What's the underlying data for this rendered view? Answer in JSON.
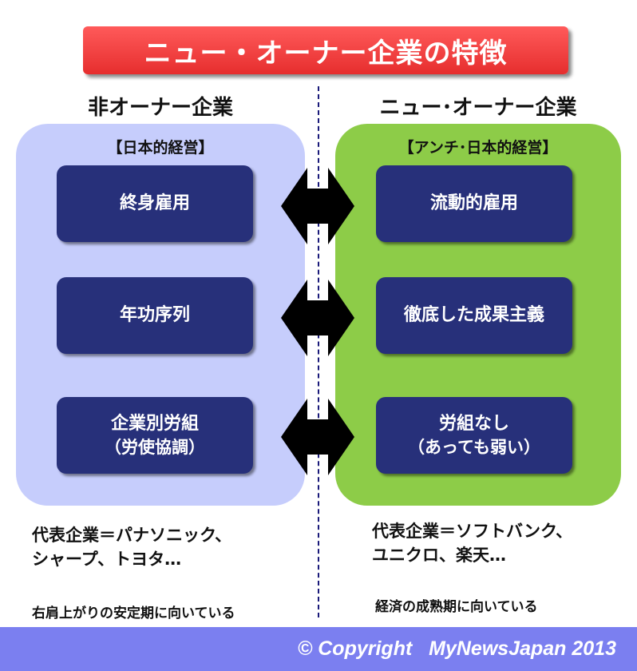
{
  "title": "ニュー・オーナー企業の特徴",
  "left": {
    "heading": "非オーナー企業",
    "label": "【日本的経営】",
    "features": [
      {
        "line1": "終身雇用",
        "line2": ""
      },
      {
        "line1": "年功序列",
        "line2": ""
      },
      {
        "line1": "企業別労組",
        "line2": "（労使協調）"
      }
    ],
    "representatives": [
      "代表企業＝パナソニック、",
      "シャープ、トヨタ…"
    ],
    "note": "右肩上がりの安定期に向いている"
  },
  "right": {
    "heading": "ニュー･オーナー企業",
    "label": "【アンチ･日本的経営】",
    "features": [
      {
        "line1": "流動的雇用",
        "line2": ""
      },
      {
        "line1": "徹底した成果主義",
        "line2": ""
      },
      {
        "line1": "労組なし",
        "line2": "（あっても弱い）"
      }
    ],
    "representatives": [
      "代表企業＝ソフトバンク、",
      "ユニクロ、楽天…"
    ],
    "note": "経済の成熟期に向いている"
  },
  "footer": "© Copyright   MyNewsJapan 2013",
  "colors": {
    "title_banner": "#ef3b3b",
    "left_panel": "#c6cdfc",
    "right_panel": "#8dcc48",
    "feature_box": "#27307a",
    "footer": "#7b7ff0"
  }
}
